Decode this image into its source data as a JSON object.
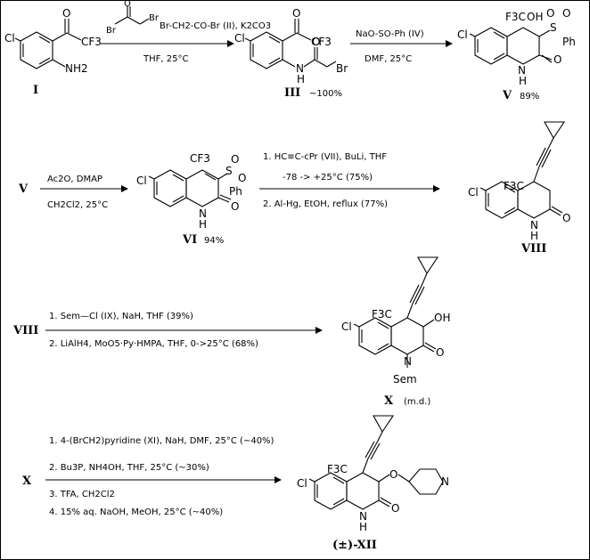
{
  "labels": {
    "cmpd_I": "I",
    "cmpd_III": "III",
    "cmpd_III_yield": "~100%",
    "cmpd_V": "V",
    "cmpd_V_yield": "89%",
    "row2_start": "V",
    "cmpd_VI": "VI",
    "cmpd_VI_yield": "94%",
    "cmpd_VIII": "VIII",
    "row3_start": "VIII",
    "cmpd_X": "X",
    "cmpd_X_note": "(m.d.)",
    "row4_start": "X",
    "cmpd_XII": "(±)-XII"
  },
  "atoms": {
    "Cl": "Cl",
    "CF3": "CF3",
    "F3C": "F3C",
    "NH2": "NH2",
    "O": "O",
    "Br": "Br",
    "H": "H",
    "N": "N",
    "OH": "OH",
    "S": "S",
    "Ph": "Ph",
    "Sem": "Sem"
  },
  "steps": {
    "s1_above": "Br-CH2-CO-Br (II), K2CO3",
    "s1_below": "THF, 25°C",
    "s2_above": "NaO-SO-Ph (IV)",
    "s2_below": "DMF, 25°C",
    "s3_above": "Ac2O, DMAP",
    "s3_below": "CH2Cl2, 25°C",
    "s4_line1": "1. HC≡C-cPr (VII), BuLi, THF",
    "s4_line2": "-78 -> +25°C (75%)",
    "s4_line3": "2. Al-Hg, EtOH, reflux (77%)",
    "s5_line1": "1. Sem—Cl (IX), NaH, THF (39%)",
    "s5_line2": "2. LiAlH4, MoO5·Py·HMPA, THF, 0->25°C (68%)",
    "s6_line1": "1. 4-(BrCH2)pyridine (XI), NaH, DMF, 25°C (~40%)",
    "s6_line2": "2. Bu3P, NH4OH, THF, 25°C (~30%)",
    "s6_line3": "3. TFA, CH2Cl2",
    "s6_line4": "4. 15% aq. NaOH, MeOH, 25°C (~40%)"
  }
}
